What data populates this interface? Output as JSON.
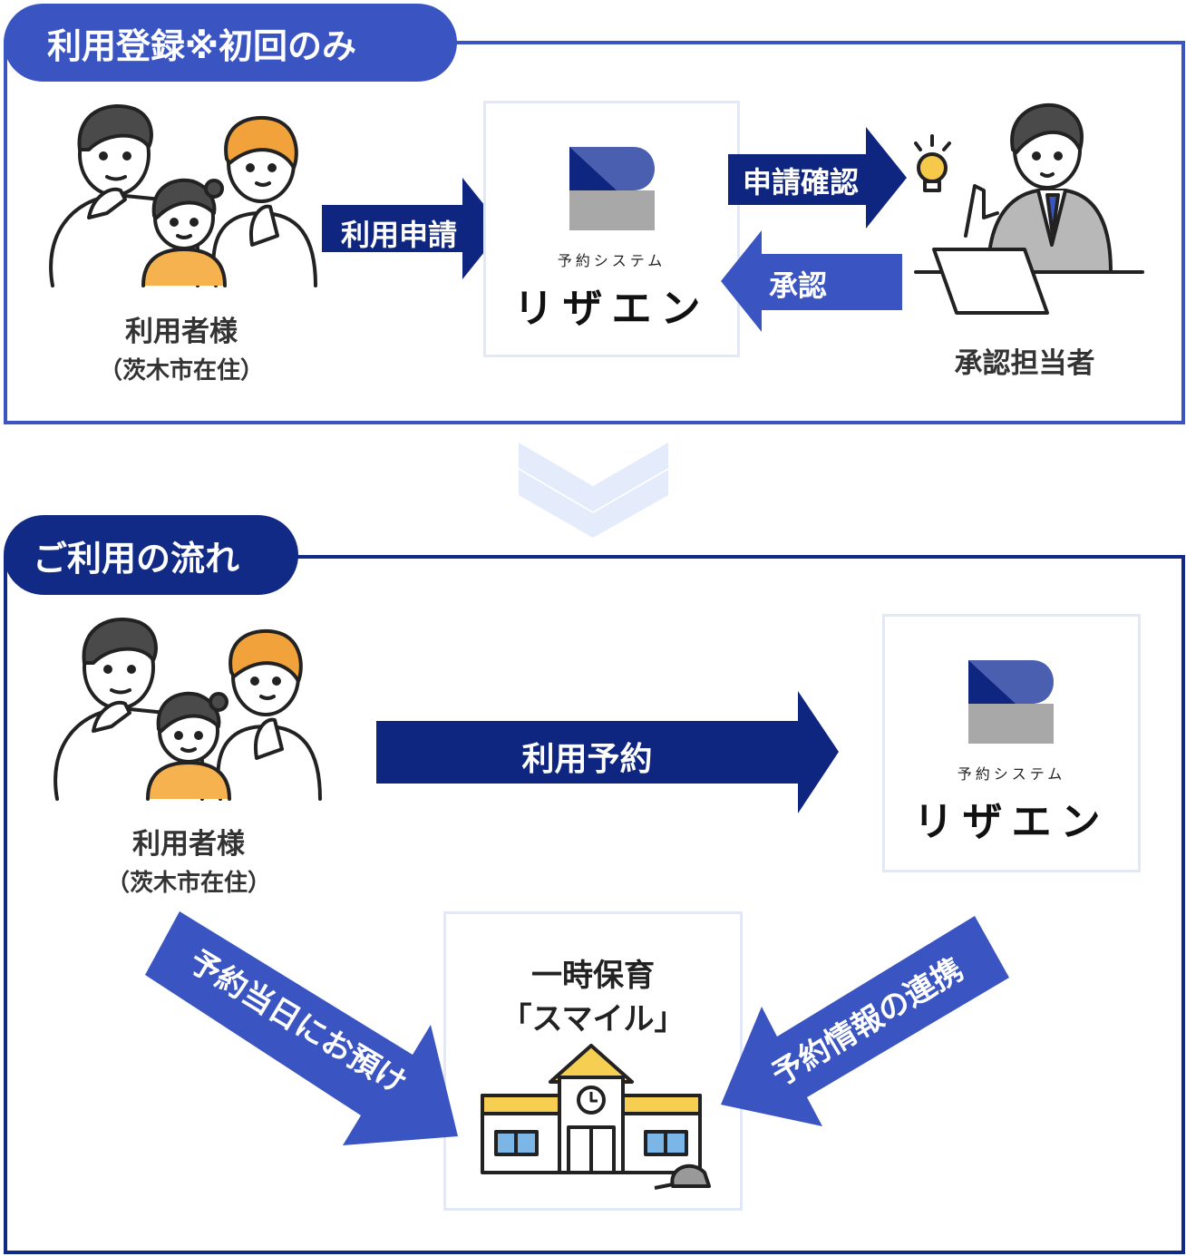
{
  "registration": {
    "tag": "利用登録※初回のみ",
    "user_label": "利用者様",
    "user_sub": "（茨木市在住）",
    "arrow_apply": "利用申請",
    "arrow_confirm": "申請確認",
    "arrow_approve": "承認",
    "approver_label": "承認担当者",
    "logo_small": "予約システム",
    "logo_big": "リザエン"
  },
  "flow": {
    "tag": "ご利用の流れ",
    "user_label": "利用者様",
    "user_sub": "（茨木市在住）",
    "arrow_reserve": "利用予約",
    "logo_small": "予約システム",
    "logo_big": "リザエン",
    "nursery_title": "一時保育",
    "nursery_name": "「スマイル」",
    "arrow_dropoff": "予約当日にお預け",
    "arrow_link": "予約情報の連携"
  },
  "colors": {
    "navy": "#0f2680",
    "blue": "#3a55c2",
    "pale": "#e4ebfb"
  }
}
